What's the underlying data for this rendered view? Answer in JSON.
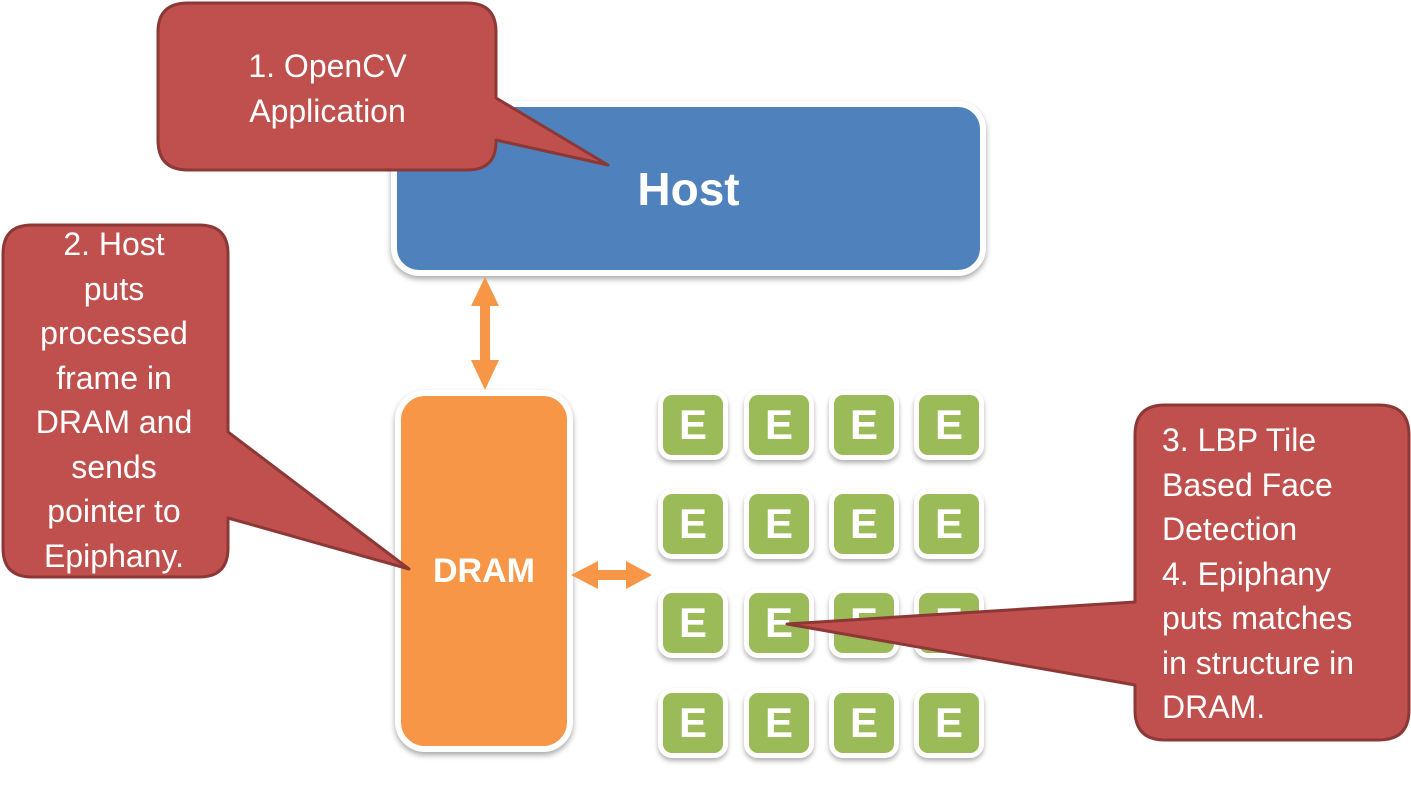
{
  "diagram": {
    "title": "OpenCV face detection on Epiphany",
    "colors": {
      "host": "#4f81bd",
      "dram": "#f79646",
      "epiphany_core": "#9bbb59",
      "callout_fill": "#c0504d",
      "callout_border": "#8c3836",
      "arrow": "#f79646"
    },
    "nodes": {
      "host": {
        "label": "Host"
      },
      "dram": {
        "label": "DRAM"
      },
      "epiphany": {
        "core_label": "E",
        "rows": 4,
        "cols": 4,
        "cores": [
          "E",
          "E",
          "E",
          "E",
          "E",
          "E",
          "E",
          "E",
          "E",
          "E",
          "E",
          "E",
          "E",
          "E",
          "E",
          "E"
        ]
      }
    },
    "connections": [
      {
        "from": "host",
        "to": "dram",
        "type": "bidirectional"
      },
      {
        "from": "dram",
        "to": "epiphany",
        "type": "bidirectional"
      }
    ],
    "callouts": [
      {
        "id": "step1",
        "text": "1. OpenCV\nApplication",
        "points_to": "host"
      },
      {
        "id": "step2",
        "text": "2. Host\nputs\nprocessed\nframe in\nDRAM and\nsends\npointer to\nEpiphany.",
        "points_to": "dram"
      },
      {
        "id": "step3",
        "text": "3. LBP Tile\nBased Face\nDetection\n4. Epiphany\nputs matches\nin structure in\nDRAM.",
        "points_to": "epiphany"
      }
    ]
  }
}
